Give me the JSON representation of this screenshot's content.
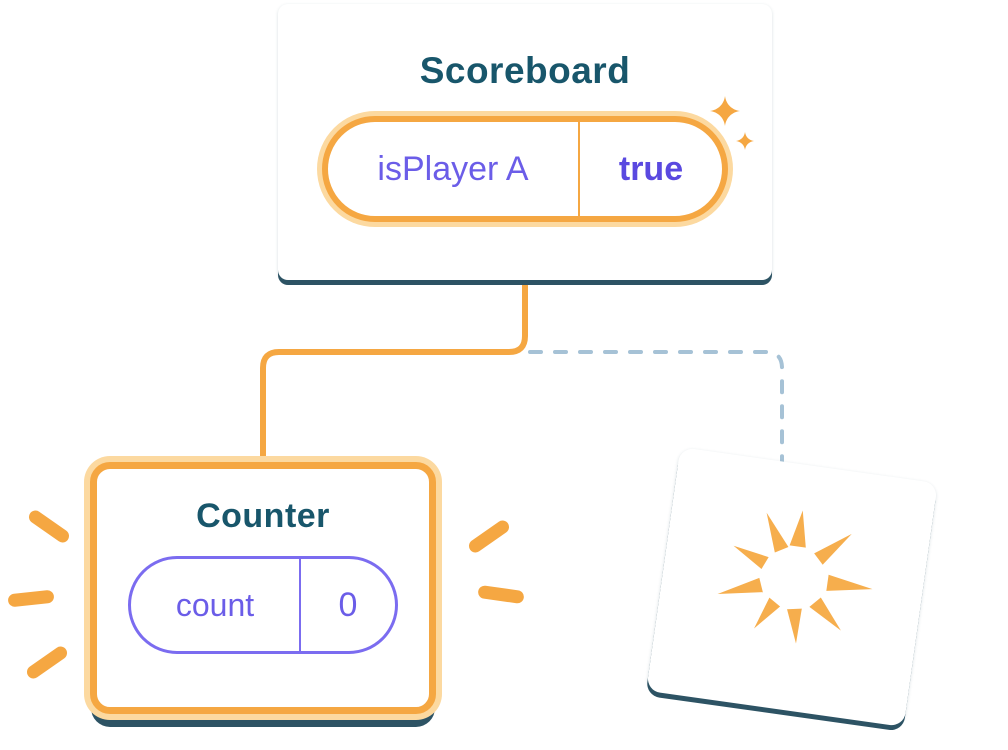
{
  "diagram": {
    "scoreboard": {
      "title": "Scoreboard",
      "state_pill": {
        "label": "isPlayer A",
        "value": "true"
      }
    },
    "counter": {
      "title": "Counter",
      "state_pill": {
        "label": "count",
        "value": "0"
      }
    }
  },
  "colors": {
    "accent_orange": "#F5A742",
    "orange_glow": "#FCD9A0",
    "state_purple": "#6B5DE8",
    "state_purple_bold": "#5A49E0",
    "title_blue": "#18566B",
    "shadow_navy": "#2D5364",
    "dashed_connector_blue": "#A6C2D6"
  },
  "icons": {
    "sparkle": "sparkle-icon",
    "burst_mark": "burst-mark-icon",
    "poof_burst": "poof-burst-icon"
  }
}
